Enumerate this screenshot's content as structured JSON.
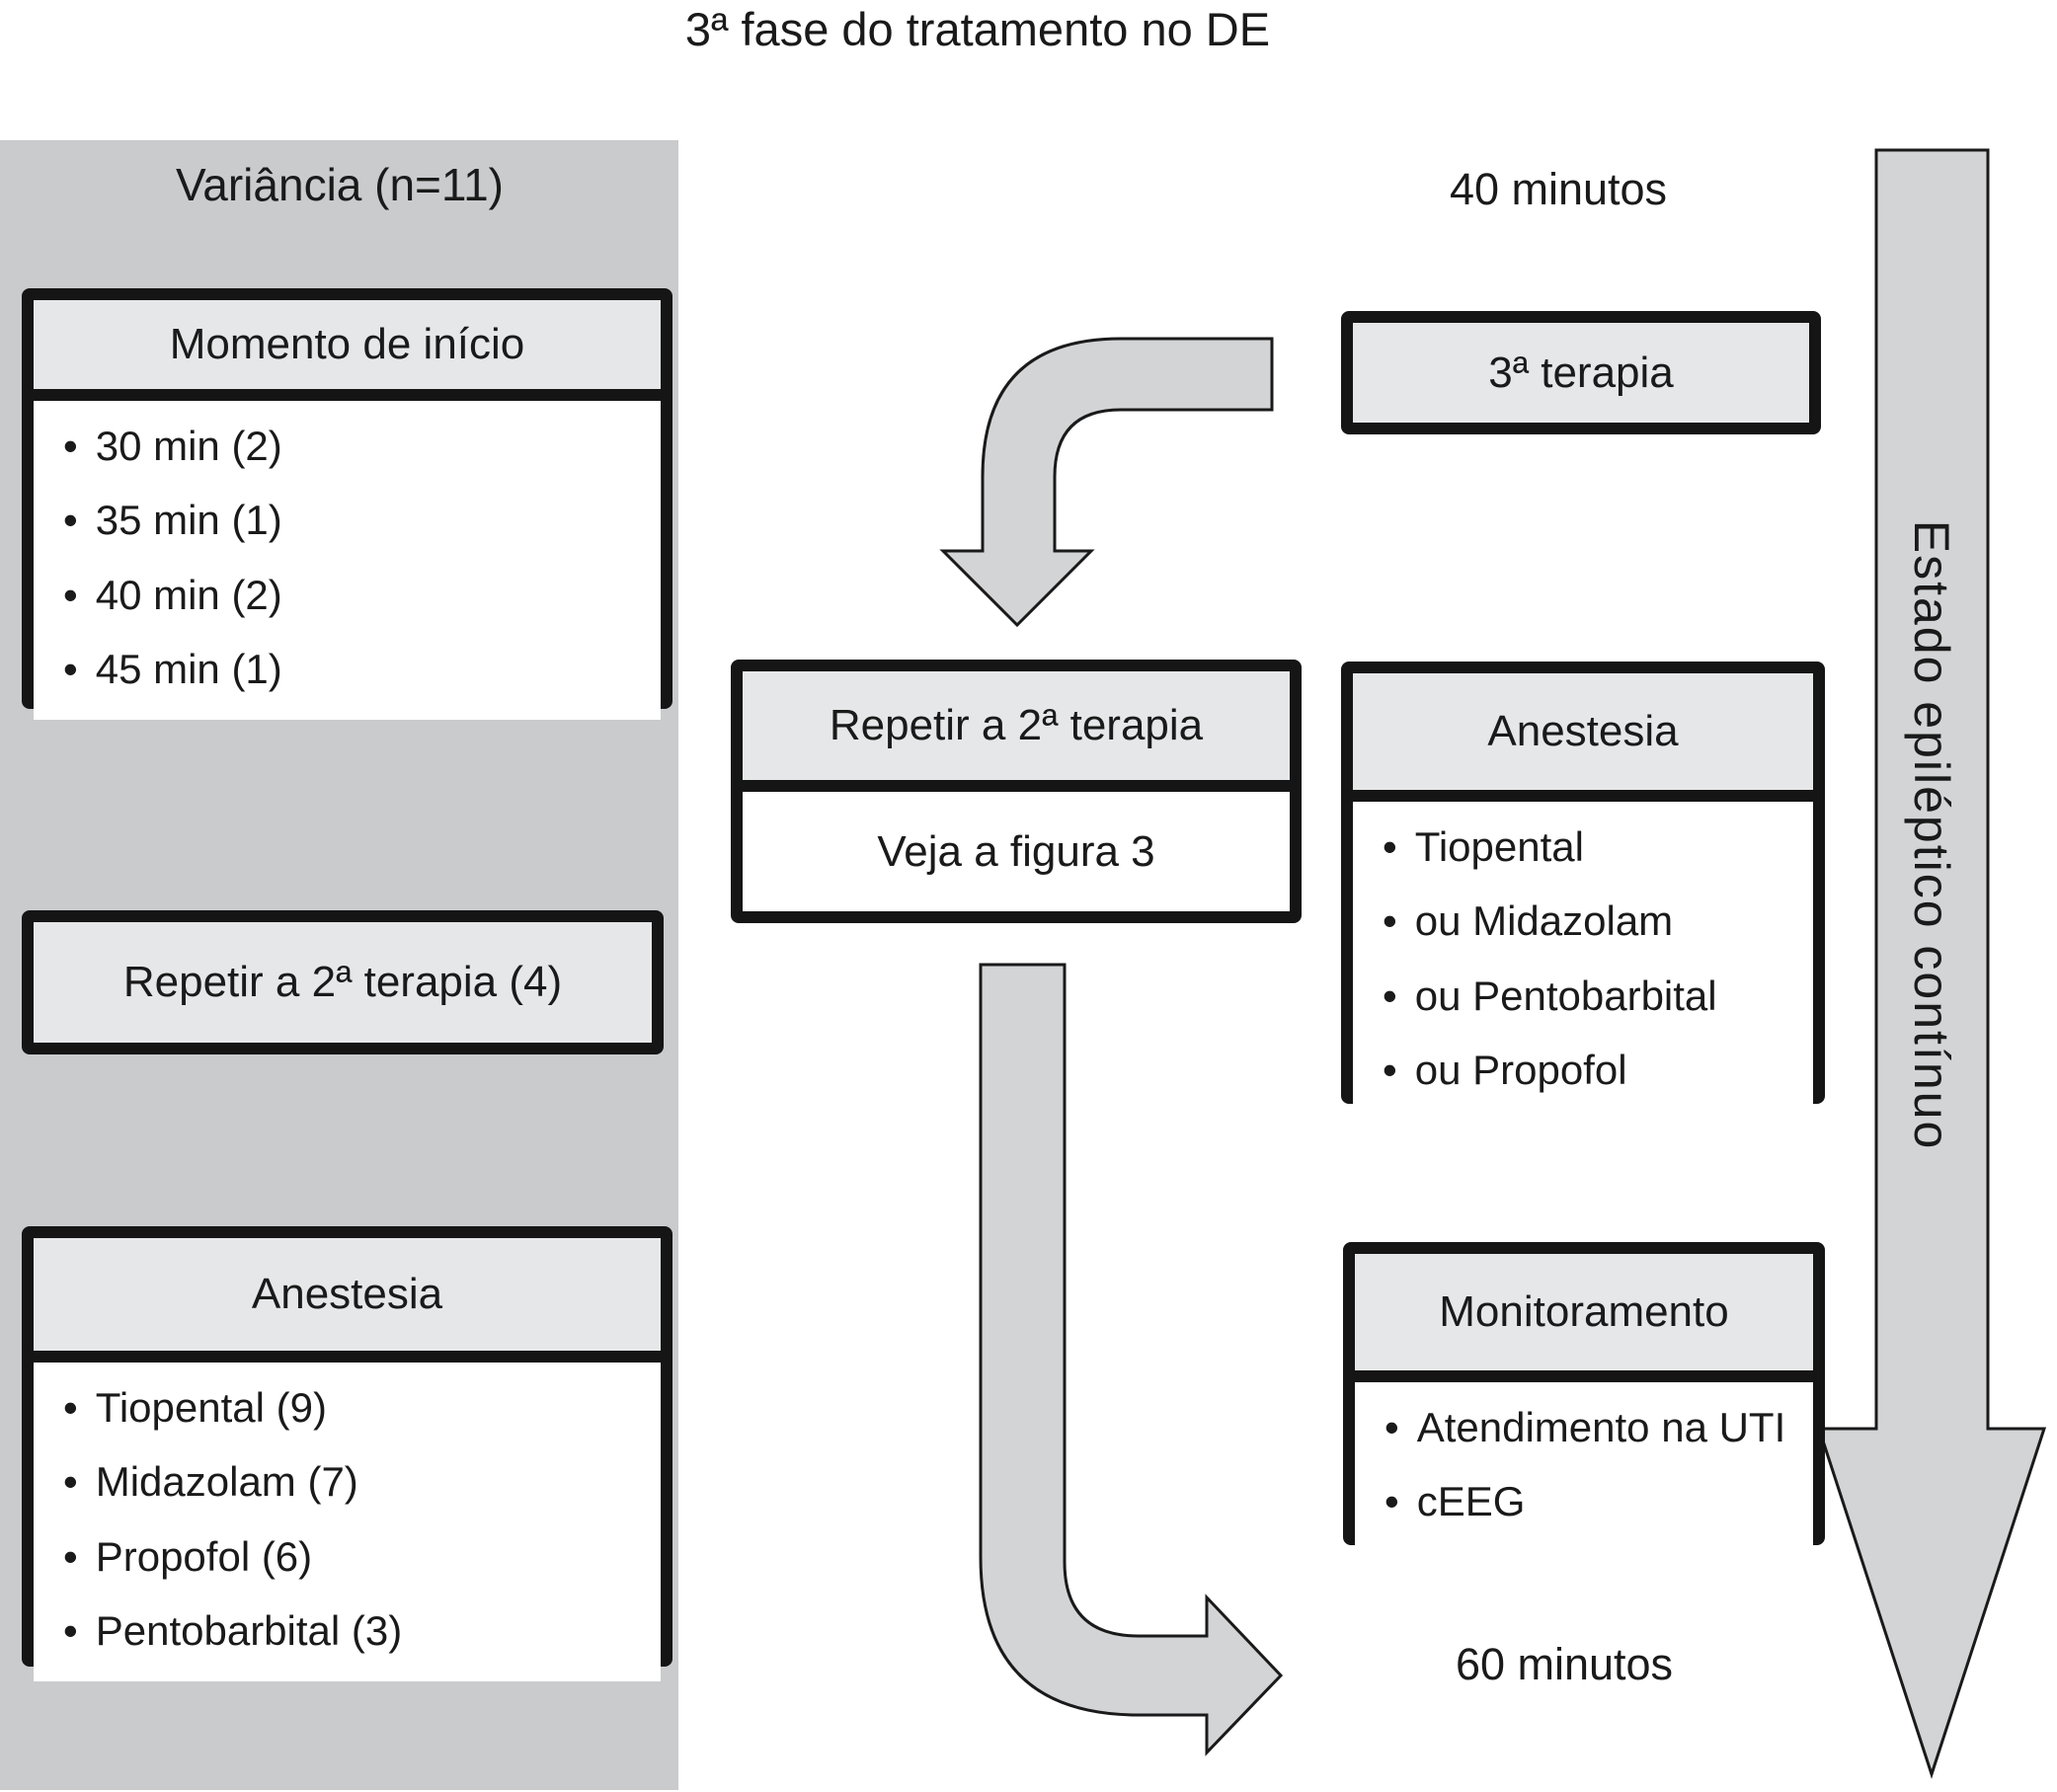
{
  "title": "3ª fase do tratamento no DE",
  "left_panel": {
    "title": "Variância (n=11)",
    "momento_box": {
      "header": "Momento de início",
      "items": [
        "30 min (2)",
        "35 min (1)",
        "40 min (2)",
        "45 min (1)"
      ]
    },
    "repetir_box": {
      "label": "Repetir a 2ª terapia (4)"
    },
    "anestesia_box": {
      "header": "Anestesia",
      "items": [
        "Tiopental (9)",
        "Midazolam (7)",
        "Propofol (6)",
        "Pentobarbital (3)"
      ]
    }
  },
  "timeline": {
    "start_label": "40 minutos",
    "end_label": "60 minutos"
  },
  "flow": {
    "terapia_box": {
      "label": "3ª terapia"
    },
    "repetir_box": {
      "header": "Repetir a 2ª terapia",
      "body": "Veja a figura 3"
    },
    "anestesia_box": {
      "header": "Anestesia",
      "items": [
        "Tiopental",
        "ou Midazolam",
        "ou Pentobarbital",
        "ou Propofol"
      ]
    },
    "monitoramento_box": {
      "header": "Monitoramento",
      "items": [
        "Atendimento na UTI",
        "cEEG"
      ]
    }
  },
  "side_arrow": {
    "label": "Estado epiléptico contínuo"
  },
  "icons": {
    "top_arrow": "elbow-arrow-down",
    "bottom_arrow": "elbow-arrow-right",
    "side_arrow": "large-arrow-down"
  },
  "colors": {
    "panel": "#c9cbcd",
    "box_header": "#e5e7e9",
    "arrow_fill": "#d2d4d6",
    "border": "#151515"
  }
}
